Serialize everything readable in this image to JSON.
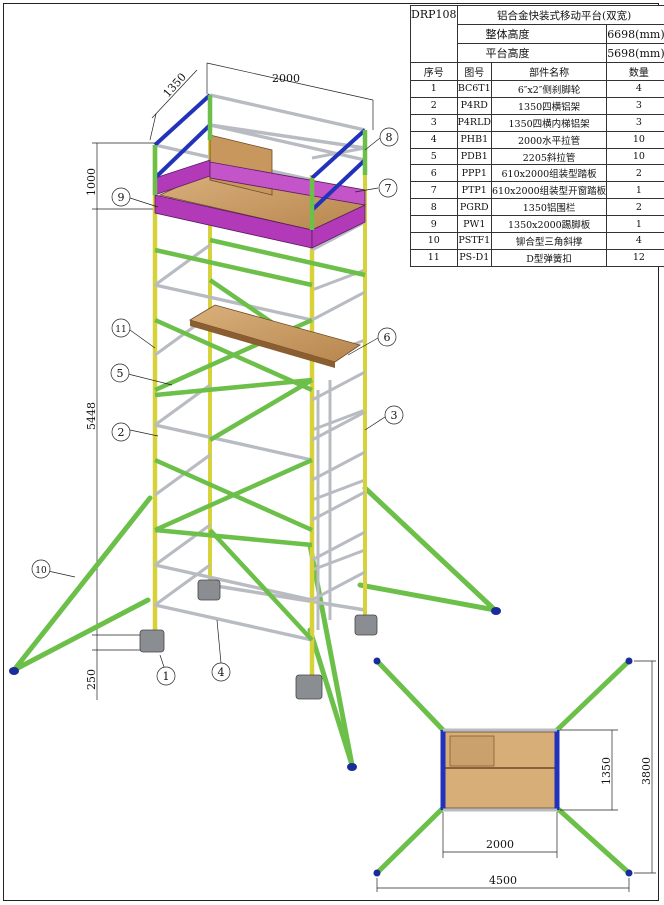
{
  "header": {
    "model": "DRP108",
    "title": "铝合金快装式移动平台(双宽)",
    "overall_height_label": "整体高度",
    "overall_height_value": "6698(mm)",
    "platform_height_label": "平台高度",
    "platform_height_value": "5698(mm)"
  },
  "columns": [
    "序号",
    "图号",
    "部件名称",
    "数量"
  ],
  "parts": [
    {
      "no": "1",
      "code": "BC6T1",
      "name": "6″x2″侧刹脚轮",
      "qty": "4"
    },
    {
      "no": "2",
      "code": "P4RD",
      "name": "1350四横铝架",
      "qty": "3"
    },
    {
      "no": "3",
      "code": "P4RLD",
      "name": "1350四横内梯铝架",
      "qty": "3"
    },
    {
      "no": "4",
      "code": "PHB1",
      "name": "2000水平拉管",
      "qty": "10"
    },
    {
      "no": "5",
      "code": "PDB1",
      "name": "2205斜拉管",
      "qty": "10"
    },
    {
      "no": "6",
      "code": "PPP1",
      "name": "610x2000组装型踏板",
      "qty": "2"
    },
    {
      "no": "7",
      "code": "PTP1",
      "name": "610x2000组装型开窗踏板",
      "qty": "1"
    },
    {
      "no": "8",
      "code": "PGRD",
      "name": "1350铝围栏",
      "qty": "2"
    },
    {
      "no": "9",
      "code": "PW1",
      "name": "1350x2000踢脚板",
      "qty": "1"
    },
    {
      "no": "10",
      "code": "PSTF1",
      "name": "铆合型三角斜撑",
      "qty": "4"
    },
    {
      "no": "11",
      "code": "PS-D1",
      "name": "D型弹簧扣",
      "qty": "12"
    }
  ],
  "dimensions": {
    "depth": "1350",
    "length": "2000",
    "guardrail_height": "1000",
    "frame_height": "5448",
    "base_height": "250",
    "plan_length": "2000",
    "plan_depth": "1350",
    "plan_outrigger_span": "4500",
    "plan_outrigger_depth": "3800"
  },
  "callouts": [
    "1",
    "2",
    "3",
    "4",
    "5",
    "6",
    "7",
    "8",
    "9",
    "10",
    "11"
  ],
  "colors": {
    "upright_yellow": "#d8d23a",
    "brace_green": "#6cc04a",
    "rung_gray": "#b8bcc2",
    "guardrail_blue": "#2233bb",
    "toeboard_magenta": "#b23ab8",
    "plank_wood": "#c79a62"
  }
}
